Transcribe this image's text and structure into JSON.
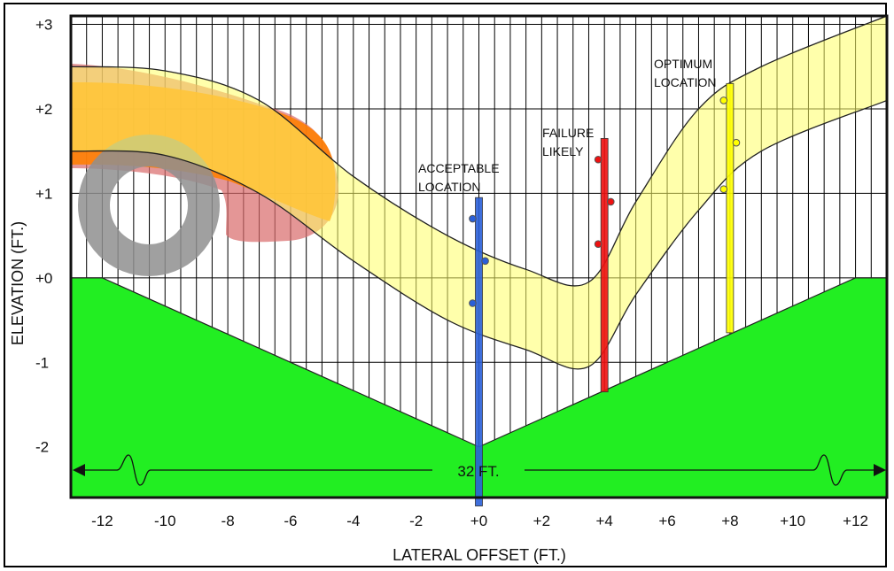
{
  "axes": {
    "xlabel": "LATERAL OFFSET (FT.)",
    "ylabel": "ELEVATION (FT.)",
    "x_ticks": [
      "-12",
      "-10",
      "-8",
      "-6",
      "-4",
      "-2",
      "+0",
      "+2",
      "+4",
      "+6",
      "+8",
      "+10",
      "+12"
    ],
    "y_ticks": [
      "+3",
      "+2",
      "+1",
      "+0",
      "-1",
      "-2"
    ]
  },
  "annotations": {
    "acceptable": [
      "ACCEPTABLE",
      "LOCATION"
    ],
    "failure": [
      "FAILURE",
      "LIKELY"
    ],
    "optimum": [
      "OPTIMUM",
      "LOCATION"
    ],
    "width": "32 FT."
  },
  "colors": {
    "ground": "#22ee22",
    "band": "#ffff66",
    "vehicle_body_red": "#d96a6a",
    "vehicle_body_orange": "#ff7f00",
    "tire": "#8f8f8f",
    "acceptable_marker": "#2a5fd8",
    "failure_marker": "#ee1111",
    "optimum_marker": "#ffff00"
  },
  "chart_data": {
    "type": "diagram",
    "x_range": [
      -13,
      13
    ],
    "y_range": [
      -2.6,
      3.1
    ],
    "ground_profile": [
      [
        -13,
        0
      ],
      [
        -12,
        0
      ],
      [
        0,
        -2
      ],
      [
        12,
        0
      ],
      [
        13,
        0
      ]
    ],
    "band_upper": [
      [
        -13,
        2.5
      ],
      [
        -10,
        2.45
      ],
      [
        -7,
        2.1
      ],
      [
        -4,
        1.2
      ],
      [
        -1,
        0.5
      ],
      [
        1.5,
        0.1
      ],
      [
        3.5,
        -0.05
      ],
      [
        5,
        0.9
      ],
      [
        7,
        2.0
      ],
      [
        9,
        2.5
      ],
      [
        13,
        3.1
      ]
    ],
    "band_lower": [
      [
        -13,
        1.5
      ],
      [
        -10,
        1.45
      ],
      [
        -7,
        1.0
      ],
      [
        -4,
        0.2
      ],
      [
        -1,
        -0.5
      ],
      [
        1.5,
        -0.85
      ],
      [
        3.5,
        -1.05
      ],
      [
        5,
        -0.2
      ],
      [
        7,
        0.8
      ],
      [
        9,
        1.5
      ],
      [
        13,
        2.1
      ]
    ],
    "markers": [
      {
        "label": "ACCEPTABLE LOCATION",
        "x": 0,
        "y_top": 0.95,
        "y_bottom": -2.7,
        "dots": [
          [
            -0.2,
            0.7
          ],
          [
            0.2,
            0.2
          ],
          [
            -0.2,
            -0.3
          ]
        ]
      },
      {
        "label": "FAILURE LIKELY",
        "x": 4,
        "y_top": 1.65,
        "y_bottom": -1.35,
        "dots": [
          [
            3.8,
            1.4
          ],
          [
            4.2,
            0.9
          ],
          [
            3.8,
            0.4
          ]
        ]
      },
      {
        "label": "OPTIMUM LOCATION",
        "x": 8,
        "y_top": 2.3,
        "y_bottom": -0.65,
        "dots": [
          [
            7.8,
            2.1
          ],
          [
            8.2,
            1.6
          ],
          [
            7.8,
            1.05
          ]
        ]
      }
    ]
  }
}
